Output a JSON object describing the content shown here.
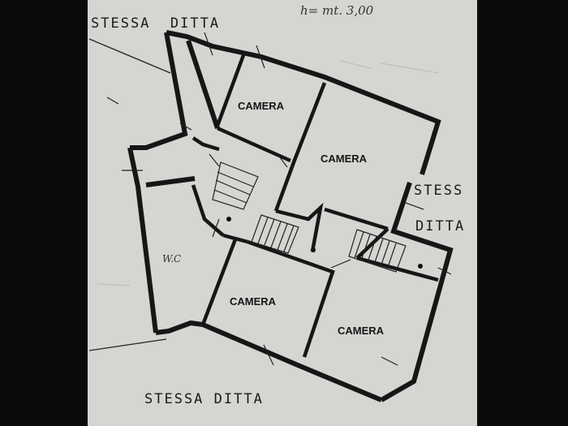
{
  "annotations": {
    "height_note": "h= mt. 3,00",
    "neighbor_top": "STESSA  DITTA",
    "neighbor_right_1": "STESS",
    "neighbor_right_2": "DITTA",
    "neighbor_bottom": "STESSA DITTA"
  },
  "rooms": {
    "camera_1": "CAMERA",
    "camera_2": "CAMERA",
    "camera_3": "CAMERA",
    "camera_4": "CAMERA",
    "wc": "W.C"
  },
  "colors": {
    "paper": "#d4d6d2",
    "ink": "#161616"
  }
}
